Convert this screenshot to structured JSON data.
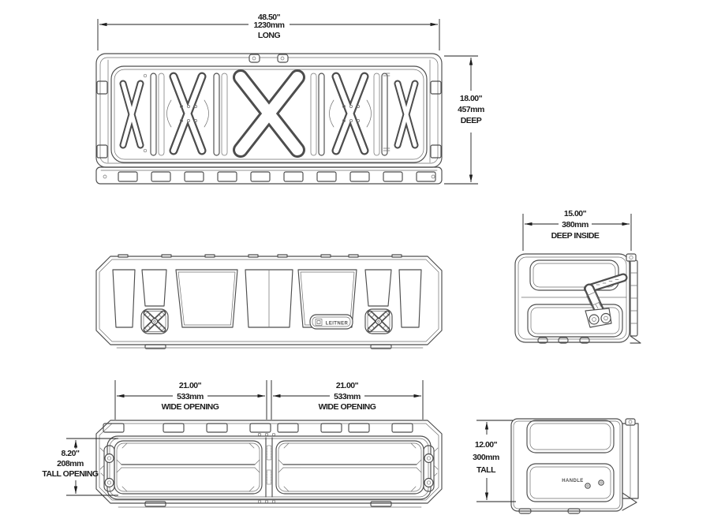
{
  "product": {
    "brand_badge": "LEITNER",
    "handle_label": "HANDLE"
  },
  "dimensions": {
    "length": {
      "inches": "48.50\"",
      "metric": "1230mm",
      "label": "LONG"
    },
    "depth": {
      "inches": "18.00\"",
      "metric": "457mm",
      "label": "DEEP"
    },
    "deep_inside": {
      "inches": "15.00\"",
      "metric": "380mm",
      "label": "DEEP INSIDE"
    },
    "wide_opening_left": {
      "inches": "21.00\"",
      "metric": "533mm",
      "label": "WIDE OPENING"
    },
    "wide_opening_right": {
      "inches": "21.00\"",
      "metric": "533mm",
      "label": "WIDE OPENING"
    },
    "tall_opening": {
      "inches": "8.20\"",
      "metric": "208mm",
      "label": "TALL OPENING"
    },
    "height": {
      "inches": "12.00\"",
      "metric": "300mm",
      "label": "TALL"
    }
  },
  "colors": {
    "background": "#ffffff",
    "line_art": "#4d4d4d",
    "dimension_text": "#1b1b1b"
  }
}
